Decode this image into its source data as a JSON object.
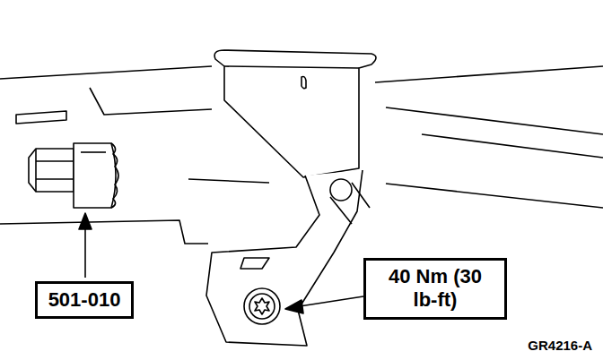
{
  "diagram": {
    "nodes": [
      {
        "text": [
          "501-010"
        ]
      },
      {
        "text": [
          "40 Nm (30 lb-ft)"
        ]
      }
    ],
    "labels": [
      "GR4216-A"
    ]
  }
}
